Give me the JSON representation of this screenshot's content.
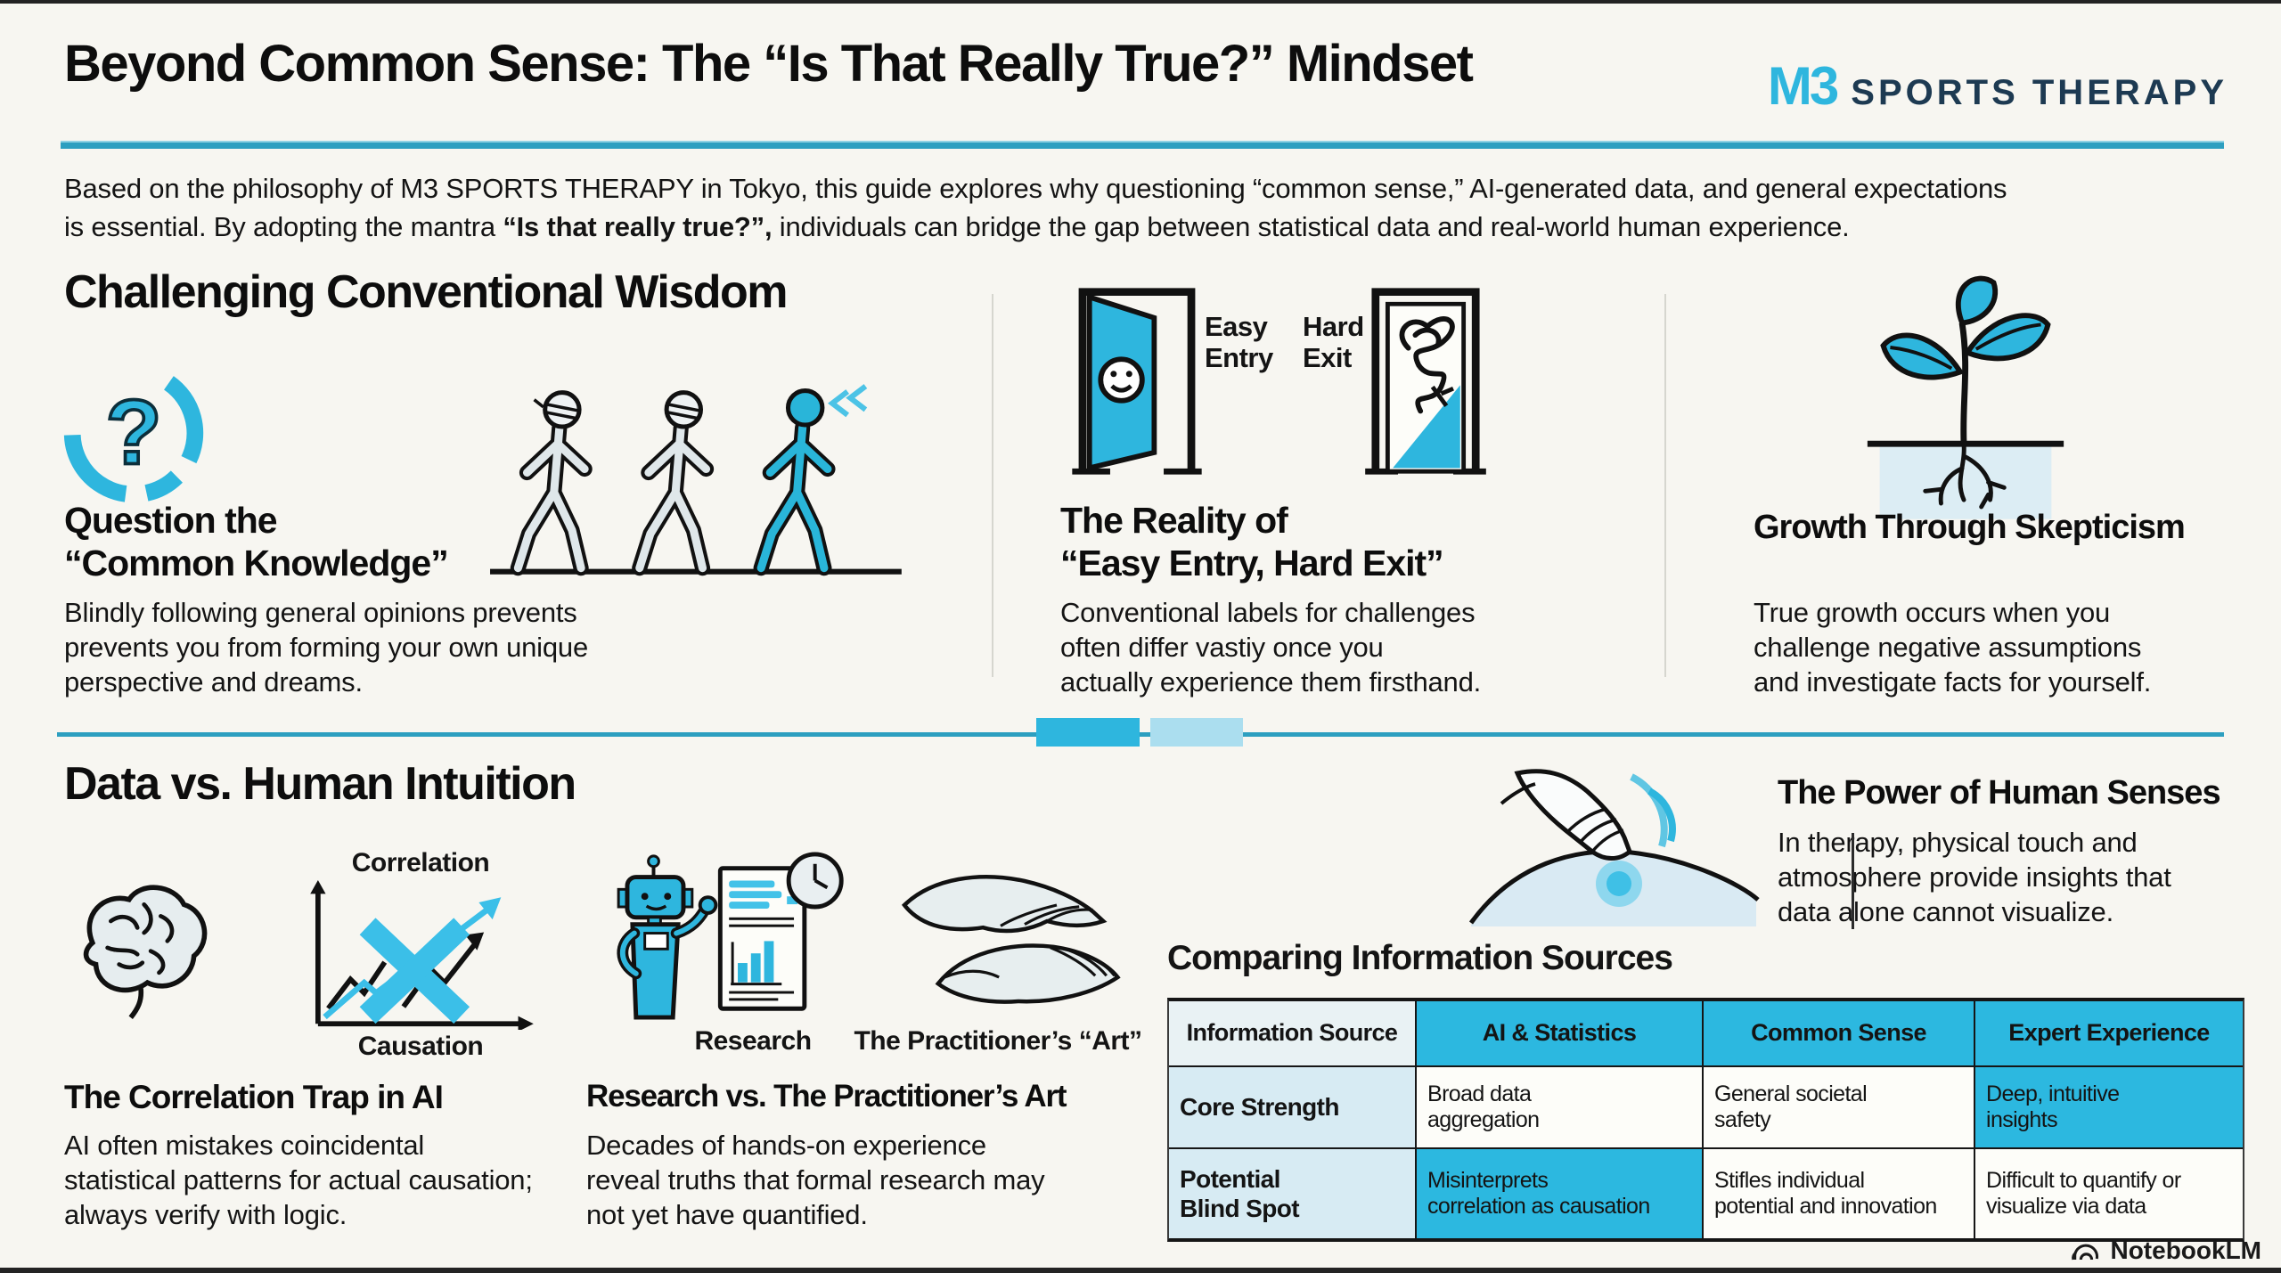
{
  "colors": {
    "background": "#f7f6f1",
    "accent": "#2eb6de",
    "navy": "#1d3a52",
    "rule_teal": "#2d9fc0",
    "table_header": "#2cb8e0",
    "table_label": "#d7ebf3"
  },
  "header": {
    "title": "Beyond Common Sense: The “Is That Really True?” Mindset",
    "brand_m3": "M3",
    "brand_name": "SPORTS THERAPY"
  },
  "intro": {
    "pre": "Based on the philosophy of M3 SPORTS THERAPY in Tokyo, this guide explores why questioning “common sense,” AI-generated data, and general expectations\nis essential. By adopting the mantra ",
    "bold": "“Is that really true?”,",
    "post": " individuals can bridge the gap between statistical data and real-world human experience."
  },
  "section1": {
    "heading": "Challenging Conventional Wisdom",
    "card1": {
      "title": "Question the\n“Common Knowledge”",
      "body": "Blindly following general opinions prevents\nprevents you from forming your own unique\nperspective and dreams."
    },
    "card2": {
      "door_label_easy": "Easy\nEntry",
      "door_label_hard": "Hard\nExit",
      "title": "The Reality of\n“Easy Entry, Hard Exit”",
      "body": "Conventional labels for challenges\noften differ vastiy once you\nactually experience them firsthand."
    },
    "card3": {
      "title": "Growth Through Skepticism",
      "body": "True growth occurs when you\nchallenge negative assumptions\nand investigate facts for yourself."
    }
  },
  "section2": {
    "heading": "Data vs. Human Intuition",
    "correlation_label": "Correlation",
    "causation_label": "Causation",
    "cardA": {
      "title": "The Correlation Trap in AI",
      "body": "AI often mistakes coincidental\nstatistical patterns for actual causation;\nalways verify with logic."
    },
    "cardB": {
      "label_research": "Research",
      "label_art": "The Practitioner’s “Art”",
      "title": "Research vs. The Practitioner’s Art",
      "body": "Decades of hands-on experience\nreveal truths that formal research may\nnot yet have quantified."
    },
    "cardC": {
      "title": "The Power of Human Senses",
      "body": "In therapy, physical touch and\natmosphere provide insights that\ndata alone cannot visualize."
    }
  },
  "table": {
    "heading": "Comparing Information Sources",
    "headers": [
      "Information Source",
      "AI & Statistics",
      "Common Sense",
      "Expert Experience"
    ],
    "rows": [
      {
        "label": "Core Strength",
        "cells": [
          "Broad data\naggregation",
          "General societal\nsafety",
          "Deep, intuitive\ninsights"
        ]
      },
      {
        "label": "Potential\nBlind Spot",
        "cells": [
          "Misinterprets\ncorrelation as causation",
          "Stifles individual\npotential and innovation",
          "Difficult to quantify or\nvisualize via data"
        ]
      }
    ]
  },
  "footer": {
    "brand": "NotebookLM"
  },
  "icons": [
    "question-circle",
    "walking-figures",
    "door-easy-entry",
    "door-hard-exit",
    "sprout-roots",
    "brain",
    "correlation-causation-chart",
    "robot-research",
    "practitioner-hands",
    "massage-touch",
    "notebooklm-logo"
  ]
}
